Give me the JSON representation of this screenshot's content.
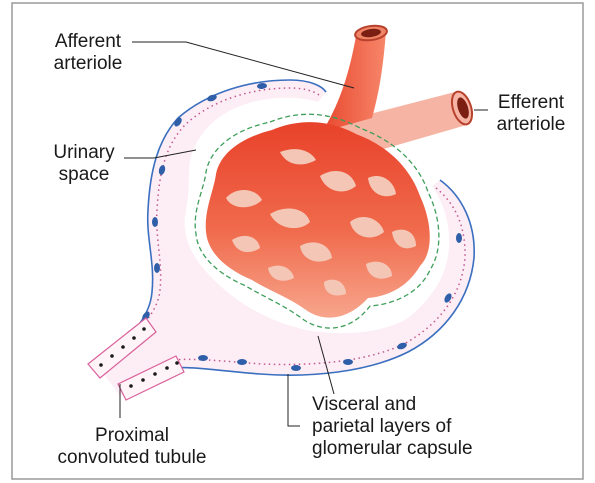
{
  "labels": {
    "afferent": [
      "Afferent",
      "arteriole"
    ],
    "efferent": [
      "Efferent",
      "arteriole"
    ],
    "urinary": [
      "Urinary",
      "space"
    ],
    "pct": [
      "Proximal",
      "convoluted tubule"
    ],
    "layers": [
      "Visceral and",
      "parietal layers of",
      "glomerular capsule"
    ]
  },
  "colors": {
    "frame": "#9a9a9a",
    "capsule_fill": "#fdeef5",
    "capsule_dots": "#c0578f",
    "capsule_line": "#3a6fc0",
    "nucleus": "#2f5fa8",
    "podocyte_dash": "#3e9e5a",
    "glomerulus": "#ee5a3c",
    "glomerulus_light": "#f7b8a6",
    "lumen": "#f4c6b6",
    "efferent": "#f6b4a4",
    "leader": "#222222"
  }
}
